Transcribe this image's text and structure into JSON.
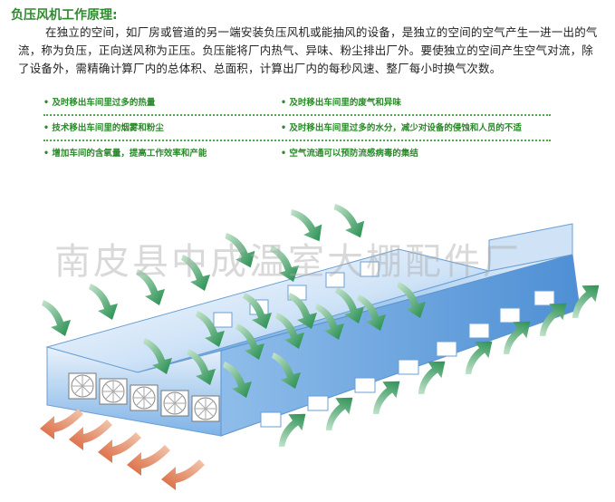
{
  "title": "负压风机工作原理:",
  "paragraph": "在独立的空间，如厂房或管道的另一端安装负压风机或能抽风的设备，是独立的空间的空气产生一进一出的气流，称为负压，正向送风称为正压。负压能将厂内热气、异味、粉尘排出厂外。要使独立的空间产生空气对流，除了设备外，需精确计算厂内的总体积、总面积，计算出厂内的每秒风速、整厂每小时换气次数。",
  "bullets": [
    [
      "• 及时移出车间里过多的热量",
      "• 及时移出车间里的废气和异味"
    ],
    [
      "• 技术移出车间里的烟雾和粉尘",
      "• 及时移出车间里过多的水分，减少对设备的侵蚀和人员的不适"
    ],
    [
      "• 增加车间的含氧量，提高工作效率和产能",
      "• 空气流通可以预防流感病毒的集结"
    ]
  ],
  "watermark": "南皮县中成温室大棚配件厂",
  "colors": {
    "title_green": "#2e8b2e",
    "bullet_green": "#2a8a2a",
    "building_blue": "#7fb4e6",
    "inflow_arrow": "#1f8a4a",
    "outflow_arrow": "#d9643a"
  }
}
